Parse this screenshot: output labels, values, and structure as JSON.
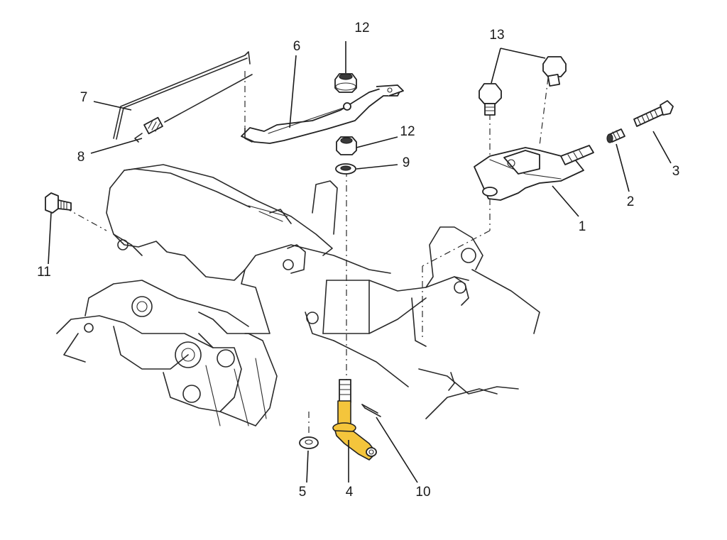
{
  "callouts": [
    {
      "id": "1",
      "label": "1"
    },
    {
      "id": "2",
      "label": "2"
    },
    {
      "id": "3",
      "label": "3"
    },
    {
      "id": "4",
      "label": "4"
    },
    {
      "id": "5",
      "label": "5"
    },
    {
      "id": "6",
      "label": "6"
    },
    {
      "id": "7",
      "label": "7"
    },
    {
      "id": "8",
      "label": "8"
    },
    {
      "id": "9",
      "label": "9"
    },
    {
      "id": "10",
      "label": "10"
    },
    {
      "id": "11",
      "label": "11"
    },
    {
      "id": "12a",
      "label": "12"
    },
    {
      "id": "12b",
      "label": "12"
    },
    {
      "id": "13",
      "label": "13"
    }
  ],
  "highlight": {
    "part": "4",
    "color": "#f4c53c"
  }
}
